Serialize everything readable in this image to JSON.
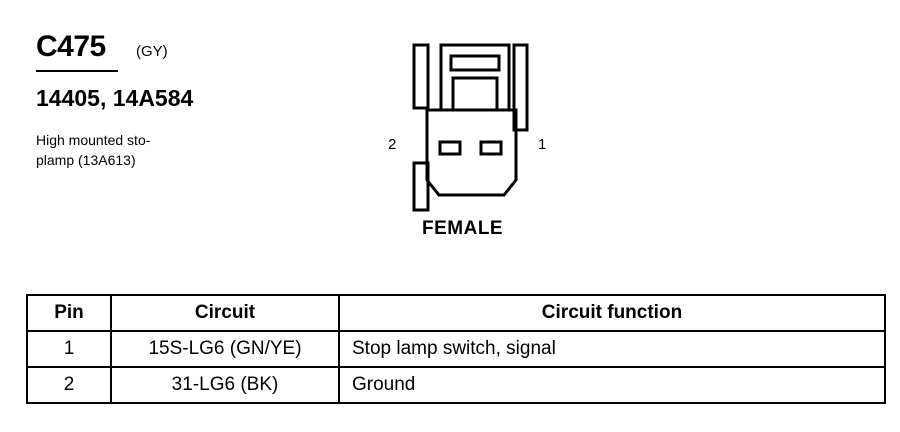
{
  "connector": {
    "id": "C475",
    "color": "(GY)",
    "part_numbers": "14405, 14A584",
    "description_line1": "High mounted sto-",
    "description_line2": "plamp (13A613)",
    "pin_left": "2",
    "pin_right": "1",
    "gender": "FEMALE"
  },
  "table": {
    "headers": [
      "Pin",
      "Circuit",
      "Circuit function"
    ],
    "rows": [
      {
        "pin": "1",
        "circuit": "15S-LG6 (GN/YE)",
        "function": "Stop lamp switch, signal"
      },
      {
        "pin": "2",
        "circuit": "31-LG6 (BK)",
        "function": "Ground"
      }
    ]
  }
}
